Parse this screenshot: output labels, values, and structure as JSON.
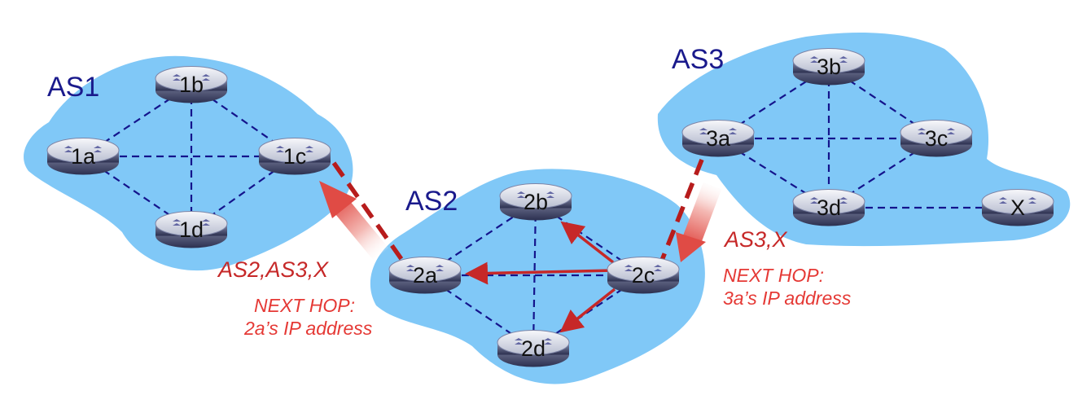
{
  "autonomous_systems": [
    {
      "id": "as1",
      "label": "AS1"
    },
    {
      "id": "as2",
      "label": "AS2"
    },
    {
      "id": "as3",
      "label": "AS3"
    }
  ],
  "routers": [
    {
      "id": "1a",
      "label": "1a"
    },
    {
      "id": "1b",
      "label": "1b"
    },
    {
      "id": "1c",
      "label": "1c"
    },
    {
      "id": "1d",
      "label": "1d"
    },
    {
      "id": "2a",
      "label": "2a"
    },
    {
      "id": "2b",
      "label": "2b"
    },
    {
      "id": "2c",
      "label": "2c"
    },
    {
      "id": "2d",
      "label": "2d"
    },
    {
      "id": "3a",
      "label": "3a"
    },
    {
      "id": "3b",
      "label": "3b"
    },
    {
      "id": "3c",
      "label": "3c"
    },
    {
      "id": "3d",
      "label": "3d"
    },
    {
      "id": "x",
      "label": "X"
    }
  ],
  "links": [
    [
      "1a",
      "1b"
    ],
    [
      "1a",
      "1c"
    ],
    [
      "1a",
      "1d"
    ],
    [
      "1b",
      "1c"
    ],
    [
      "1b",
      "1d"
    ],
    [
      "1c",
      "1d"
    ],
    [
      "2a",
      "2b"
    ],
    [
      "2a",
      "2c"
    ],
    [
      "2a",
      "2d"
    ],
    [
      "2b",
      "2c"
    ],
    [
      "2b",
      "2d"
    ],
    [
      "2c",
      "2d"
    ],
    [
      "3a",
      "3b"
    ],
    [
      "3a",
      "3c"
    ],
    [
      "3a",
      "3d"
    ],
    [
      "3b",
      "3c"
    ],
    [
      "3b",
      "3d"
    ],
    [
      "3c",
      "3d"
    ],
    [
      "3d",
      "x"
    ]
  ],
  "ebgp_links": [
    [
      "1c",
      "2a"
    ],
    [
      "2c",
      "3a"
    ]
  ],
  "advertisements": {
    "as3_to_as2": {
      "path": "AS3,X",
      "next_hop_title": "NEXT HOP:",
      "next_hop_value": "3a’s IP address"
    },
    "as2_to_as1": {
      "path": "AS2,AS3,X",
      "next_hop_title": "NEXT HOP:",
      "next_hop_value": "2a’s IP address"
    }
  },
  "colors": {
    "cloud": "#80c8f7",
    "internal_link": "#14148c",
    "ebgp_link": "#b71c1c",
    "annotation": "#e53935",
    "as_label": "#1a1a8c"
  }
}
